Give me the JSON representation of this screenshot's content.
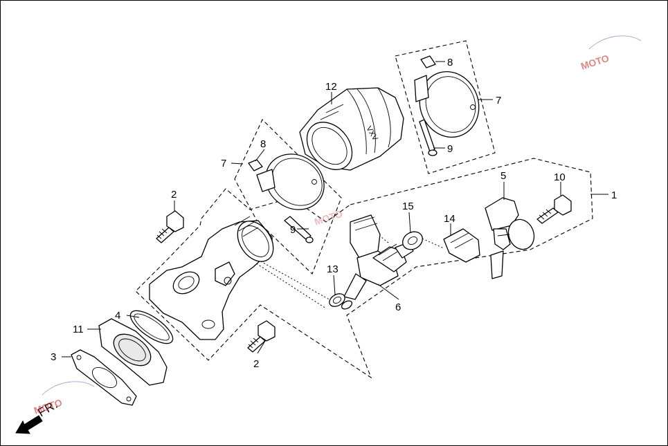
{
  "diagram": {
    "callouts": [
      {
        "id": "c1",
        "text": "1"
      },
      {
        "id": "c2a",
        "text": "2"
      },
      {
        "id": "c2b",
        "text": "2"
      },
      {
        "id": "c3",
        "text": "3"
      },
      {
        "id": "c4",
        "text": "4"
      },
      {
        "id": "c5",
        "text": "5"
      },
      {
        "id": "c6",
        "text": "6"
      },
      {
        "id": "c7a",
        "text": "7"
      },
      {
        "id": "c7b",
        "text": "7"
      },
      {
        "id": "c8a",
        "text": "8"
      },
      {
        "id": "c8b",
        "text": "8"
      },
      {
        "id": "c9a",
        "text": "9"
      },
      {
        "id": "c9b",
        "text": "9"
      },
      {
        "id": "c10",
        "text": "10"
      },
      {
        "id": "c11",
        "text": "11"
      },
      {
        "id": "c12",
        "text": "12"
      },
      {
        "id": "c13",
        "text": "13"
      },
      {
        "id": "c14",
        "text": "14"
      },
      {
        "id": "c15",
        "text": "15"
      }
    ],
    "direction_label": "FR.",
    "watermark": "MOTO"
  },
  "colors": {
    "line": "#000000",
    "background": "#ffffff",
    "watermark": "#cc2222"
  }
}
